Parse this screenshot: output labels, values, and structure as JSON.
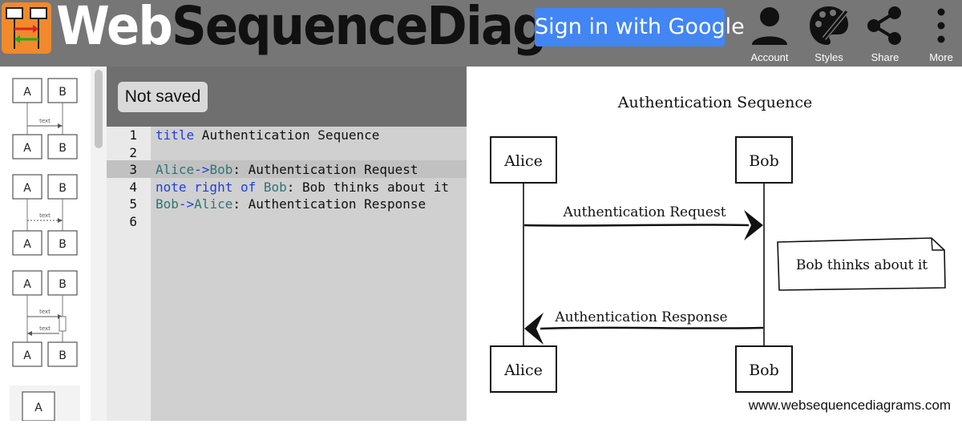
{
  "header": {
    "brand_web": "Web",
    "brand_rest": "SequenceDiagrams",
    "signin_label": "Sign in with Google",
    "buttons": [
      {
        "label": "Account",
        "icon": "account-icon"
      },
      {
        "label": "Styles",
        "icon": "palette-icon"
      },
      {
        "label": "Share",
        "icon": "share-icon"
      },
      {
        "label": "More",
        "icon": "more-vert-icon"
      }
    ],
    "logo_color": "#f08a2c",
    "signin_color": "#4285f4"
  },
  "editor": {
    "status": "Not saved",
    "active_line": 3,
    "line_numbers": [
      "1",
      "2",
      "3",
      "4",
      "5",
      "6"
    ],
    "lines": [
      [
        {
          "t": "title",
          "c": "kw"
        },
        {
          "t": " Authentication Sequence",
          "c": "pl"
        }
      ],
      [],
      [
        {
          "t": "Alice",
          "c": "op"
        },
        {
          "t": "->",
          "c": "kw"
        },
        {
          "t": "Bob",
          "c": "op"
        },
        {
          "t": ": Authentication Request",
          "c": "pl"
        }
      ],
      [
        {
          "t": "note right of ",
          "c": "kw"
        },
        {
          "t": "Bob",
          "c": "op"
        },
        {
          "t": ": Bob thinks about it",
          "c": "pl"
        }
      ],
      [
        {
          "t": "Bob",
          "c": "op"
        },
        {
          "t": "->",
          "c": "kw"
        },
        {
          "t": "Alice",
          "c": "op"
        },
        {
          "t": ": Authentication Response",
          "c": "pl"
        }
      ],
      []
    ]
  },
  "thumbnails": [
    {
      "a": "A",
      "b": "B",
      "msgs": [
        "text"
      ]
    },
    {
      "a": "A",
      "b": "B",
      "msgs": [
        "text"
      ]
    },
    {
      "a": "A",
      "b": "B",
      "msgs": [
        "text",
        "text"
      ]
    },
    {
      "a": "A",
      "b": "",
      "msgs": []
    }
  ],
  "diagram": {
    "title": "Authentication Sequence",
    "participant_a": "Alice",
    "participant_b": "Bob",
    "message_1": "Authentication Request",
    "note": "Bob thinks about it",
    "message_2": "Authentication Response",
    "watermark": "www.websequencediagrams.com"
  }
}
